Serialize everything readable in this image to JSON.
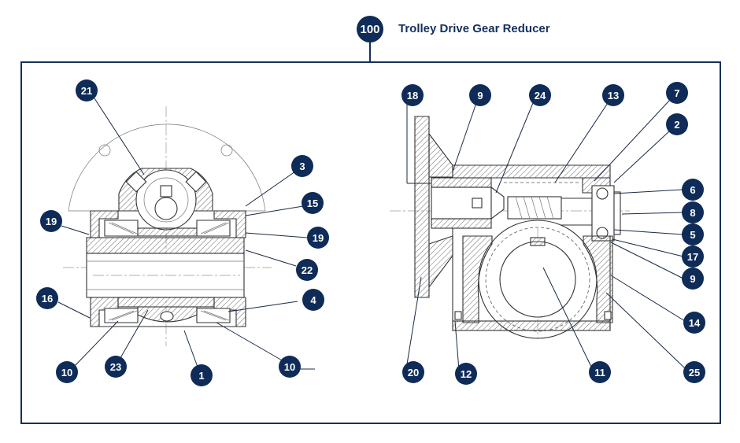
{
  "title": "Trolley Drive Gear Reducer",
  "assembly_callout": "100",
  "colors": {
    "frame": "#14305c",
    "callout": "#0f2b57",
    "callout_text": "#ffffff",
    "drawing": "#333333"
  },
  "left_view_callouts": [
    "21",
    "3",
    "15",
    "19",
    "19",
    "22",
    "16",
    "4",
    "10",
    "23",
    "1",
    "10"
  ],
  "right_view_callouts": [
    "18",
    "9",
    "24",
    "13",
    "7",
    "2",
    "6",
    "8",
    "5",
    "17",
    "9",
    "14",
    "20",
    "12",
    "11",
    "25"
  ]
}
